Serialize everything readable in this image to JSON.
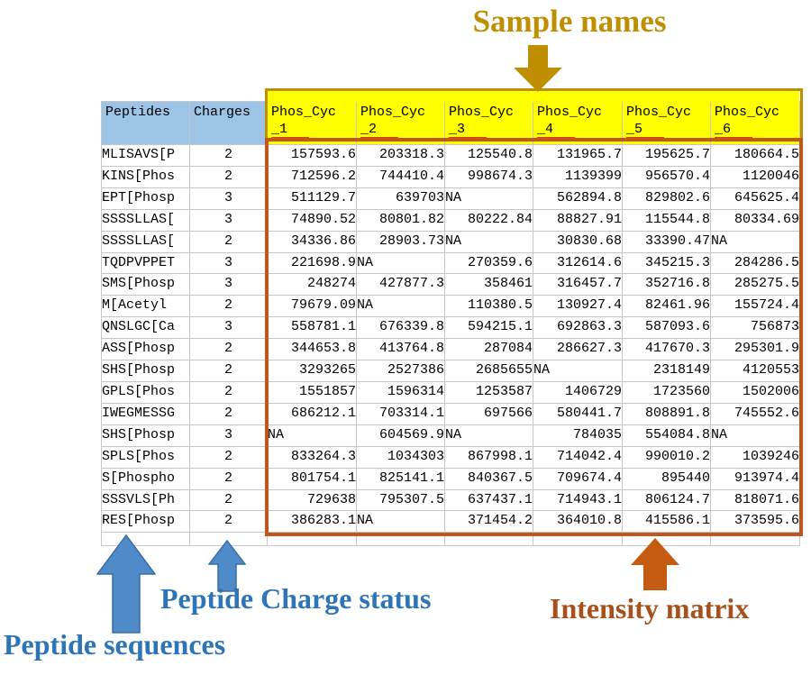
{
  "colors": {
    "header_fill_blue": "#9dc3e6",
    "sample_header_yellow": "#ffff00",
    "sample_box_border": "#bf8f00",
    "intensity_box_border": "#c0561b",
    "blue_annotation": "#2e75b6",
    "blue_arrow_fill": "#4f8bc9",
    "blue_arrow_stroke": "#3a6ea5",
    "gold_annotation": "#bf8f00",
    "brown_annotation": "#a8501b",
    "orange_arrow_fill": "#c55a11"
  },
  "annotations": {
    "sample_names": "Sample names",
    "peptide_charge_status": "Peptide Charge status",
    "peptide_sequences": "Peptide sequences",
    "intensity_matrix": "Intensity matrix"
  },
  "table": {
    "peptide_header": "Peptides",
    "charge_header": "Charges",
    "sample_headers": [
      {
        "line1": "Phos_Cyc",
        "line2": "_1"
      },
      {
        "line1": "Phos_Cyc",
        "line2": "_2"
      },
      {
        "line1": "Phos_Cyc",
        "line2": "_3"
      },
      {
        "line1": "Phos_Cyc",
        "line2": "_4"
      },
      {
        "line1": "Phos_Cyc",
        "line2": "_5"
      },
      {
        "line1": "Phos_Cyc",
        "line2": "_6"
      }
    ],
    "rows": [
      {
        "peptide": "MLISAVS[P",
        "charge": "2",
        "values": [
          "157593.6",
          "203318.3",
          "125540.8",
          "131965.7",
          "195625.7",
          "180664.5"
        ]
      },
      {
        "peptide": "KINS[Phos",
        "charge": "2",
        "values": [
          "712596.2",
          "744410.4",
          "998674.3",
          "1139399",
          "956570.4",
          "1120046"
        ]
      },
      {
        "peptide": "EPT[Phosp",
        "charge": "3",
        "values": [
          "511129.7",
          "639703",
          "NA",
          "562894.8",
          "829802.6",
          "645625.4"
        ]
      },
      {
        "peptide": "SSSSLLAS[",
        "charge": "3",
        "values": [
          "74890.52",
          "80801.82",
          "80222.84",
          "88827.91",
          "115544.8",
          "80334.69"
        ]
      },
      {
        "peptide": "SSSSLLAS[",
        "charge": "2",
        "values": [
          "34336.86",
          "28903.73",
          "NA",
          "30830.68",
          "33390.47",
          "NA"
        ]
      },
      {
        "peptide": "TQDPVPPET",
        "charge": "3",
        "values": [
          "221698.9",
          "NA",
          "270359.6",
          "312614.6",
          "345215.3",
          "284286.5"
        ]
      },
      {
        "peptide": "SMS[Phosp",
        "charge": "3",
        "values": [
          "248274",
          "427877.3",
          "358461",
          "316457.7",
          "352716.8",
          "285275.5"
        ]
      },
      {
        "peptide": "M[Acetyl",
        "charge": "2",
        "values": [
          "79679.09",
          "NA",
          "110380.5",
          "130927.4",
          "82461.96",
          "155724.4"
        ]
      },
      {
        "peptide": "QNSLGC[Ca",
        "charge": "3",
        "values": [
          "558781.1",
          "676339.8",
          "594215.1",
          "692863.3",
          "587093.6",
          "756873"
        ]
      },
      {
        "peptide": "ASS[Phosp",
        "charge": "2",
        "values": [
          "344653.8",
          "413764.8",
          "287084",
          "286627.3",
          "417670.3",
          "295301.9"
        ]
      },
      {
        "peptide": "SHS[Phosp",
        "charge": "2",
        "values": [
          "3293265",
          "2527386",
          "2685655",
          "NA",
          "2318149",
          "4120553"
        ]
      },
      {
        "peptide": "GPLS[Phos",
        "charge": "2",
        "values": [
          "1551857",
          "1596314",
          "1253587",
          "1406729",
          "1723560",
          "1502006"
        ]
      },
      {
        "peptide": "IWEGMESSG",
        "charge": "2",
        "values": [
          "686212.1",
          "703314.1",
          "697566",
          "580441.7",
          "808891.8",
          "745552.6"
        ]
      },
      {
        "peptide": "SHS[Phosp",
        "charge": "3",
        "values": [
          "NA",
          "604569.9",
          "NA",
          "784035",
          "554084.8",
          "NA"
        ]
      },
      {
        "peptide": "SPLS[Phos",
        "charge": "2",
        "values": [
          "833264.3",
          "1034303",
          "867998.1",
          "714042.4",
          "990010.2",
          "1039246"
        ]
      },
      {
        "peptide": "S[Phospho",
        "charge": "2",
        "values": [
          "801754.1",
          "825141.1",
          "840367.5",
          "709674.4",
          "895440",
          "913974.4"
        ]
      },
      {
        "peptide": "SSSVLS[Ph",
        "charge": "2",
        "values": [
          "729638",
          "795307.5",
          "637437.1",
          "714943.1",
          "806124.7",
          "818071.6"
        ]
      },
      {
        "peptide": "RES[Phosp",
        "charge": "2",
        "values": [
          "386283.1",
          "NA",
          "371454.2",
          "364010.8",
          "415586.1",
          "373595.6"
        ]
      }
    ]
  }
}
